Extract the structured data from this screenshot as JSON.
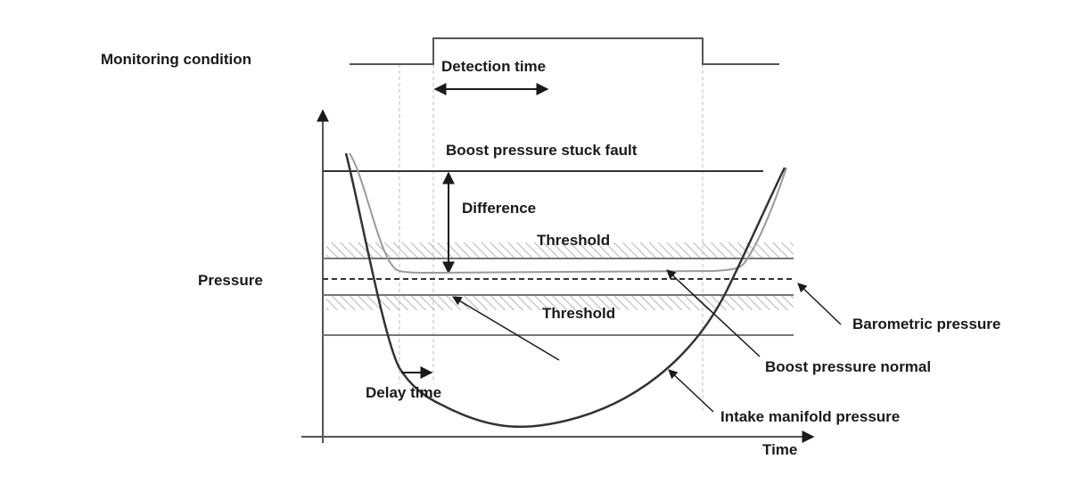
{
  "diagram": {
    "labels": {
      "monitoring_condition": "Monitoring condition",
      "detection_time": "Detection time",
      "boost_stuck": "Boost pressure stuck fault",
      "difference": "Difference",
      "threshold_upper": "Threshold",
      "threshold_lower": "Threshold",
      "pressure": "Pressure",
      "barometric": "Barometric pressure",
      "boost_normal": "Boost pressure normal",
      "delay_time": "Delay time",
      "intake_manifold": "Intake manifold pressure",
      "time": "Time"
    },
    "colors": {
      "ink": "#1a1a1a",
      "curve_dark": "#333333",
      "curve_light": "#9a9a9a",
      "hatch": "#b4b4b4",
      "dash": "#bdbdbd",
      "background": "#ffffff"
    }
  }
}
